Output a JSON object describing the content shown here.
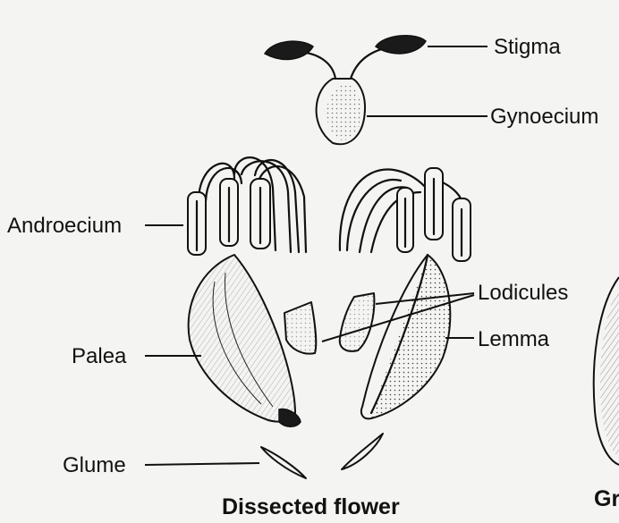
{
  "labels": {
    "stigma": "Stigma",
    "gynoecium": "Gynoecium",
    "androecium": "Androecium",
    "lodicules": "Lodicules",
    "lemma": "Lemma",
    "palea": "Palea",
    "glume": "Glume"
  },
  "caption": "Dissected flower",
  "cropped_caption": "Gr",
  "colors": {
    "background": "#f4f4f2",
    "ink": "#111111"
  }
}
